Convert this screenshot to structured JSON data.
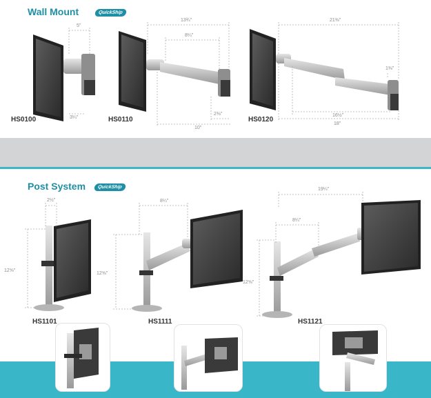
{
  "sections": {
    "wall": {
      "title": "Wall Mount",
      "badge": "QuickShip"
    },
    "post": {
      "title": "Post System",
      "badge": "QuickShip"
    }
  },
  "models": {
    "hs0100": "HS0100",
    "hs0110": "HS0110",
    "hs0120": "HS0120",
    "hs1101": "HS1101",
    "hs1111": "HS1111",
    "hs1121": "HS1121"
  },
  "dimensions": {
    "hs0100_top": "5\"",
    "hs0100_bottom": "3¼\"",
    "hs0110_outer": "13¾\"",
    "hs0110_inner": "8¼\"",
    "hs0110_small": "2⅜\"",
    "hs0110_bottom": "10\"",
    "hs0120_outer": "21⅜\"",
    "hs0120_small": "1⅜\"",
    "hs0120_inner": "16½\"",
    "hs0120_bottom": "18\"",
    "hs1101_top": "2½\"",
    "hs1101_height": "12⅝\"",
    "hs1111_top": "8¼\"",
    "hs1111_height": "12⅝\"",
    "hs1121_outer": "19¼\"",
    "hs1121_inner": "8¼\"",
    "hs1121_height": "12⅝\""
  },
  "colors": {
    "accent": "#1f8fa6",
    "teal_band": "#39b7c8",
    "gray_band": "#d3d4d6"
  }
}
